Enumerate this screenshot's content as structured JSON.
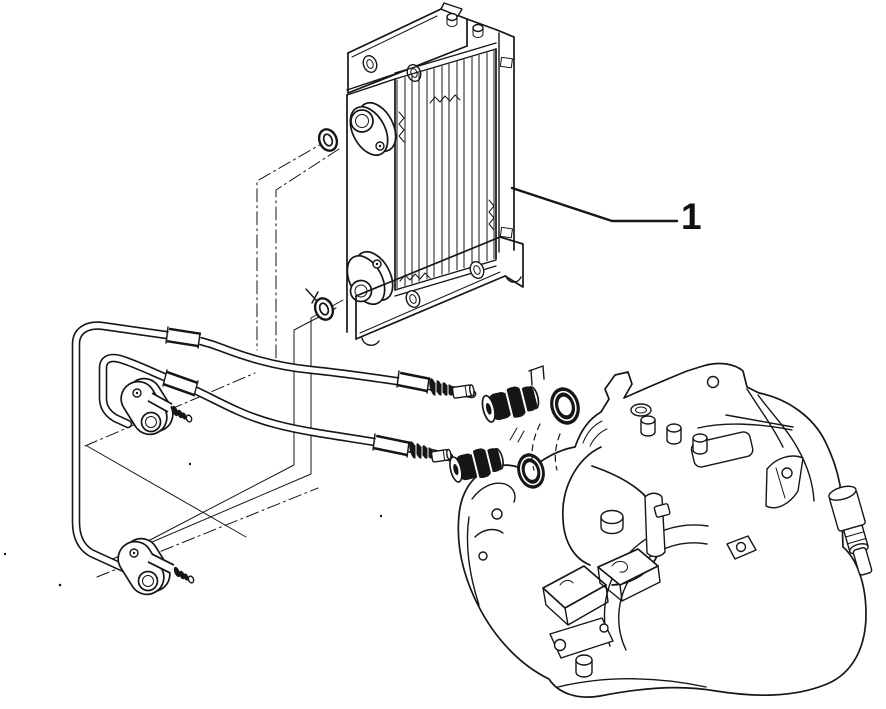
{
  "page": {
    "background_color": "#ffffff",
    "ink_color": "#161616",
    "kind": "exploded parts line-art diagram"
  },
  "callouts": [
    {
      "label": "1",
      "points_to": "oil-cooler-radiator"
    }
  ],
  "parts": [
    "oil-cooler-radiator",
    "cooler-top-mounting-bracket",
    "cooler-bottom-mounting-bracket",
    "cooler-port-sealing-washer-upper",
    "cooler-port-sealing-washer-lower",
    "oil-pipe-upper",
    "oil-pipe-lower",
    "pipe-mounting-flange-upper",
    "pipe-mounting-flange-lower",
    "pipe-threaded-fitting-upper",
    "pipe-threaded-fitting-lower",
    "union-bush-upper",
    "union-bush-lower",
    "o-ring-seal-upper",
    "o-ring-seal-lower",
    "gearbox-assembly"
  ]
}
